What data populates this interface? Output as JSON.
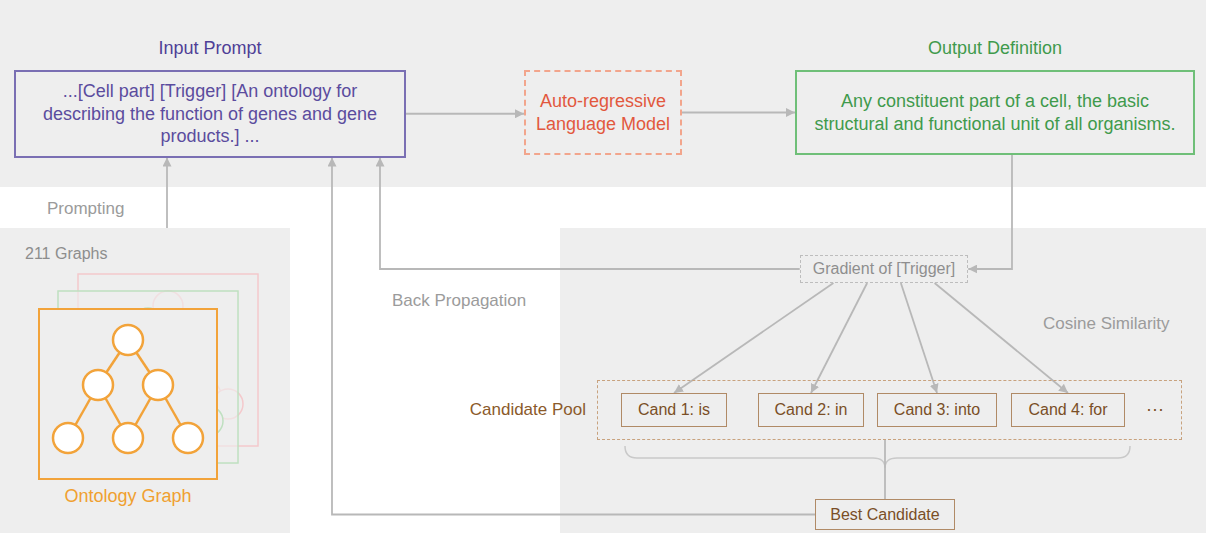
{
  "diagram": {
    "nodes": [
      {
        "text": [
          "Input Prompt",
          "...[Cell part] [Trigger] [An ontology for describing the function of genes and gene products.] ..."
        ]
      },
      {
        "text": [
          "Auto-regressive Language Model"
        ]
      },
      {
        "text": [
          "Output Definition",
          "Any constituent part of a cell, the basic structural and functional unit of all organisms."
        ]
      },
      {
        "text": [
          "211 Graphs"
        ]
      },
      {
        "text": [
          "Ontology Graph"
        ],
        "in": 3
      },
      {
        "text": [
          "Gradient of [Trigger]"
        ]
      },
      {
        "text": [
          "Candidate Pool"
        ]
      },
      {
        "text": [
          "Cand 1: is"
        ],
        "in": 6
      },
      {
        "text": [
          "Cand 2: in"
        ],
        "in": 6
      },
      {
        "text": [
          "Cand 3: into"
        ],
        "in": 6
      },
      {
        "text": [
          "Cand 4: for"
        ],
        "in": 6
      },
      {
        "text": [
          "Best Candidate"
        ]
      }
    ],
    "edges": [
      {
        "from": 0,
        "to": 1,
        "arrow": "to"
      },
      {
        "from": 1,
        "to": 2,
        "arrow": "to"
      },
      {
        "from": 3,
        "to": 0,
        "arrow": "to",
        "label": "Prompting"
      },
      {
        "from": 2,
        "to": 5,
        "arrow": "to"
      },
      {
        "from": 5,
        "to": 0,
        "arrow": "to",
        "label": "Back Propagation"
      },
      {
        "from": 5,
        "to": 7,
        "arrow": "to"
      },
      {
        "from": 5,
        "to": 8,
        "arrow": "to"
      },
      {
        "from": 5,
        "to": 9,
        "arrow": "to"
      },
      {
        "from": 5,
        "to": 10,
        "arrow": "to"
      },
      {
        "from": 6,
        "to": 11,
        "arrow": "none"
      },
      {
        "from": 11,
        "to": 0,
        "arrow": "to"
      }
    ],
    "labels": [
      "Cosine Similarity",
      "···"
    ]
  }
}
